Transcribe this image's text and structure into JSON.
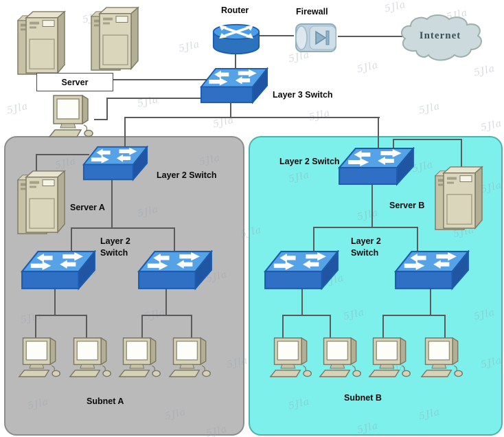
{
  "diagram": {
    "labels": {
      "router": "Router",
      "firewall": "Firewall",
      "internet": "Internet",
      "server_group": "Server",
      "layer3_switch": "Layer 3 Switch"
    },
    "subnet_a": {
      "name": "Subnet A",
      "top_switch": "Layer 2 Switch",
      "server": "Server A",
      "mid_switch_line1": "Layer 2",
      "mid_switch_line2": "Switch"
    },
    "subnet_b": {
      "name": "Subnet B",
      "top_switch": "Layer 2 Switch",
      "server": "Server B",
      "mid_switch_line1": "Layer 2",
      "mid_switch_line2": "Switch"
    },
    "colors": {
      "subnet_a_bg": "#bababa",
      "subnet_b_bg": "#7df0ec",
      "switch_top": "#55a2e6",
      "switch_front": "#2f6fc4",
      "router_blue": "#4a9ee8",
      "firewall_body": "#bdd2de",
      "cloud_fill": "#ccd9dd",
      "device_tan": "#dad6bc",
      "line": "#5a5a5a"
    },
    "watermark_text": "5Jla"
  }
}
